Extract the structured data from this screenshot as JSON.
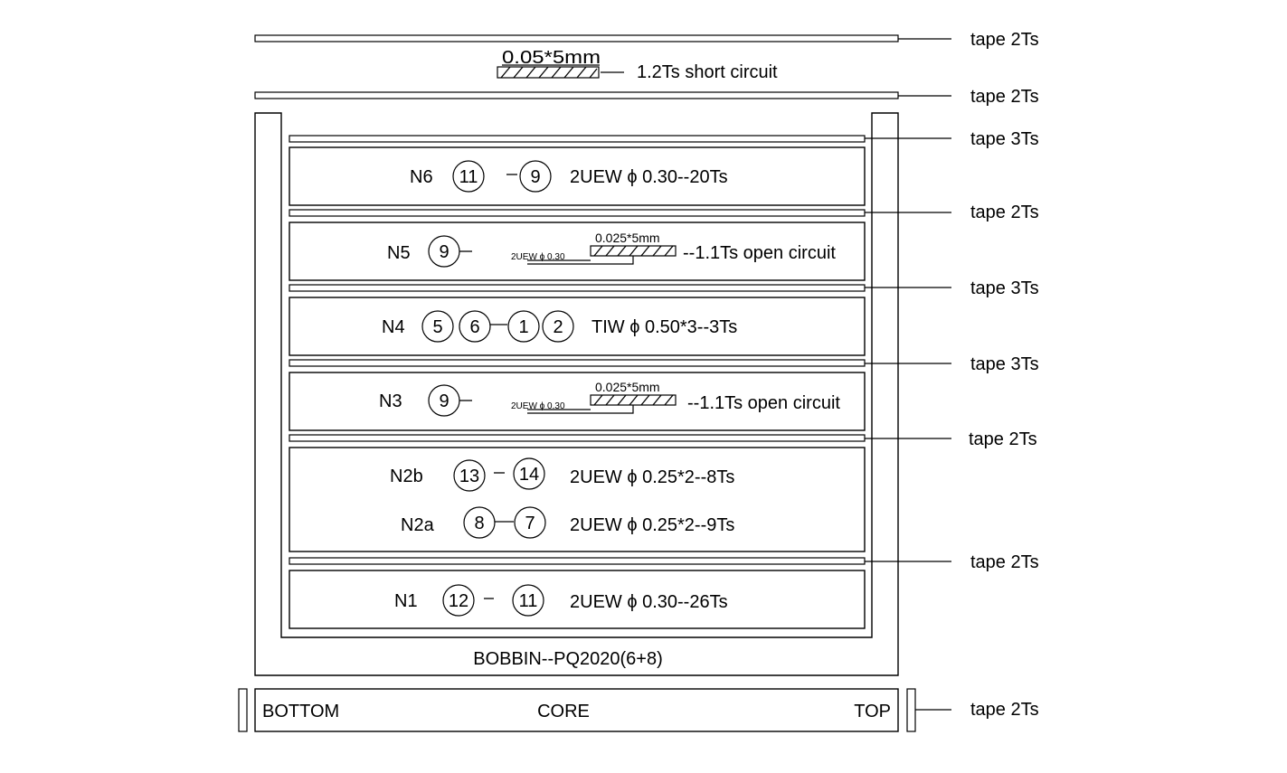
{
  "colors": {
    "ink": "#000000",
    "background": "#ffffff"
  },
  "top_strip": {
    "dimension": "0.05*5mm",
    "description": "1.2Ts short circuit"
  },
  "tapes": {
    "t1": "tape 2Ts",
    "t2": "tape 2Ts",
    "t3": "tape 3Ts",
    "t4": "tape 2Ts",
    "t5": "tape 3Ts",
    "t6": "tape 3Ts",
    "t7": "tape 2Ts",
    "t8": "tape 2Ts",
    "t9": "tape 2Ts"
  },
  "windings": {
    "n6": {
      "name": "N6",
      "pin_a": "11",
      "pin_b": "9",
      "spec": "2UEW ϕ 0.30--20Ts"
    },
    "n5": {
      "name": "N5",
      "pin": "9",
      "wire": "2UEW ϕ  0.30",
      "dimension": "0.025*5mm",
      "description": "--1.1Ts open circuit"
    },
    "n4": {
      "name": "N4",
      "pin_a": "5",
      "pin_b": "6",
      "pin_c": "1",
      "pin_d": "2",
      "spec": "TIW ϕ 0.50*3--3Ts"
    },
    "n3": {
      "name": "N3",
      "pin": "9",
      "wire": "2UEW ϕ  0.30",
      "dimension": "0.025*5mm",
      "description": "--1.1Ts open circuit"
    },
    "n2b": {
      "name": "N2b",
      "pin_a": "13",
      "pin_b": "14",
      "spec": "2UEW ϕ 0.25*2--8Ts"
    },
    "n2a": {
      "name": "N2a",
      "pin_a": "8",
      "pin_b": "7",
      "spec": "2UEW ϕ 0.25*2--9Ts"
    },
    "n1": {
      "name": "N1",
      "pin_a": "12",
      "pin_b": "11",
      "spec": "2UEW ϕ 0.30--26Ts"
    }
  },
  "bobbin": {
    "label": "BOBBIN--PQ2020(6+8)"
  },
  "core": {
    "bottom": "BOTTOM",
    "core": "CORE",
    "top": "TOP"
  }
}
